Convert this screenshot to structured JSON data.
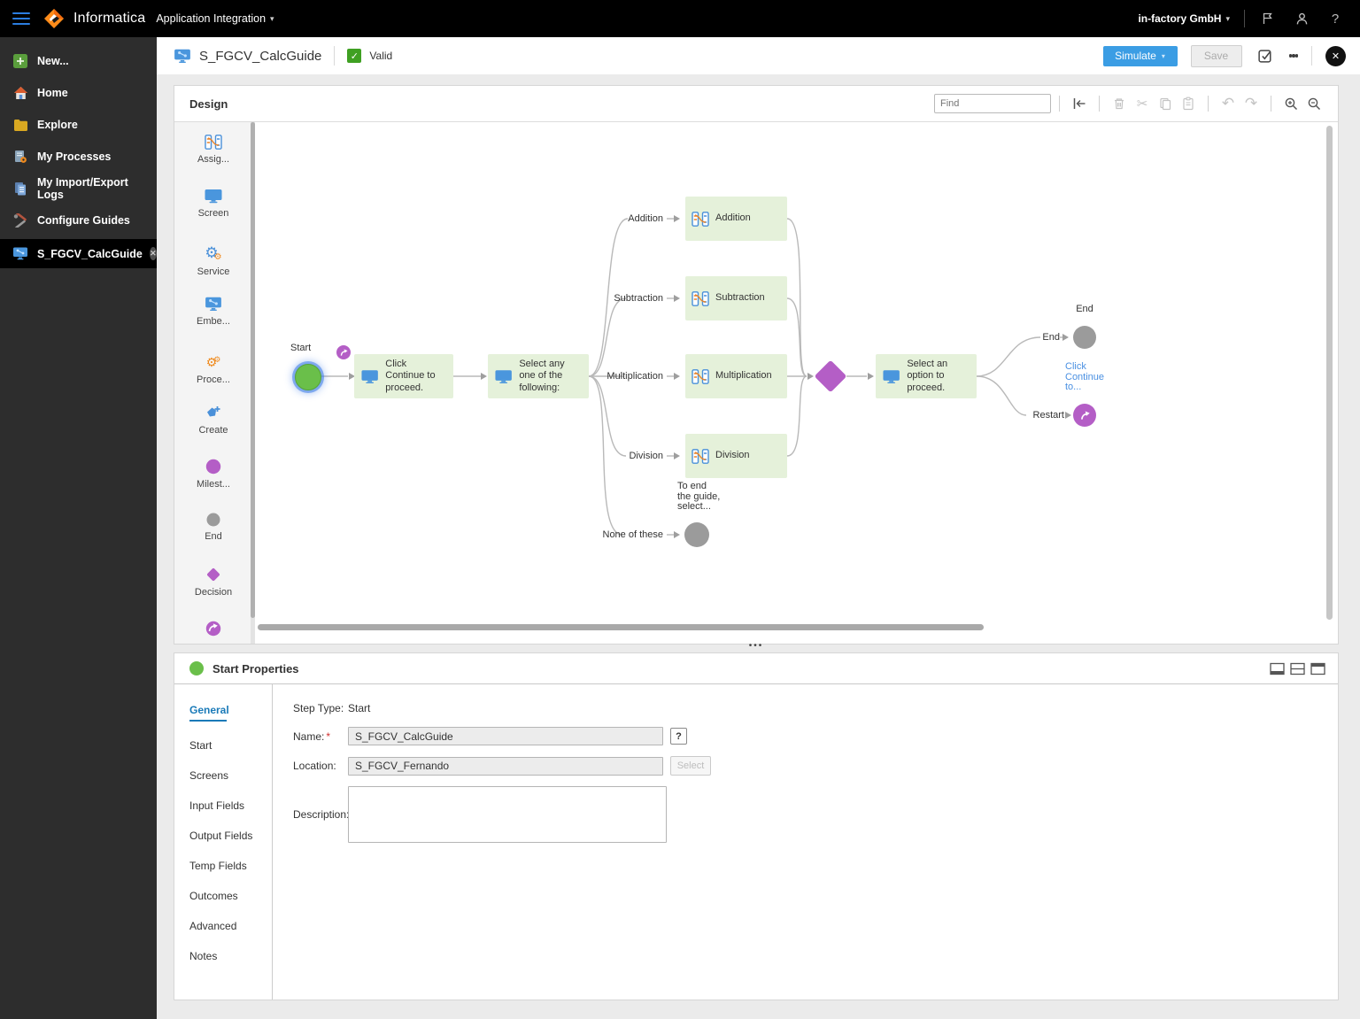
{
  "topbar": {
    "brand": "Informatica",
    "app_name": "Application Integration",
    "tenant": "in-factory GmbH"
  },
  "sidebar": {
    "items": [
      "New...",
      "Home",
      "Explore",
      "My Processes",
      "My Import/Export Logs",
      "Configure Guides"
    ],
    "active_tab": "S_FGCV_CalcGuide"
  },
  "doc_header": {
    "title": "S_FGCV_CalcGuide",
    "status": "Valid",
    "simulate_label": "Simulate",
    "save_label": "Save"
  },
  "design": {
    "title": "Design",
    "find_placeholder": "Find"
  },
  "palette": {
    "items": [
      "Assig...",
      "Screen",
      "Service",
      "Embe...",
      "Proce...",
      "Create",
      "Milest...",
      "End",
      "Decision"
    ]
  },
  "flow": {
    "start": "Start",
    "steps": {
      "click_continue": "Click Continue to proceed.",
      "select_any": "Select any one of the following:",
      "select_option": "Select an option to proceed."
    },
    "branches": {
      "addition": "Addition",
      "subtraction": "Subtraction",
      "multiplication": "Multiplication",
      "division": "Division",
      "none_of_these": "None of these",
      "end": "End",
      "restart": "Restart"
    },
    "boxes": {
      "addition": "Addition",
      "subtraction": "Subtraction",
      "multiplication": "Multiplication",
      "division": "Division"
    },
    "notes": {
      "end_title": "End",
      "to_end_lines": [
        "To end",
        "the guide,",
        "select..."
      ],
      "click_continue_lines": [
        "Click",
        "Continue",
        "to..."
      ]
    }
  },
  "properties": {
    "title": "Start Properties",
    "tabs": [
      {
        "label": "General"
      },
      {
        "label": "Start"
      },
      {
        "label": "Screens"
      },
      {
        "label": "Input Fields"
      },
      {
        "label": "Output Fields"
      },
      {
        "label": "Temp Fields"
      },
      {
        "label": "Outcomes"
      },
      {
        "label": "Advanced"
      },
      {
        "label": "Notes"
      }
    ],
    "form": {
      "step_type_label": "Step Type:",
      "step_type_value": "Start",
      "name_label": "Name:",
      "required_mark": "*",
      "name_value": "S_FGCV_CalcGuide",
      "help_label": "?",
      "location_label": "Location:",
      "location_value": "S_FGCV_Fernando",
      "select_label": "Select",
      "description_label": "Description:"
    }
  },
  "icons": {
    "chevron_down": "▾",
    "scissors": "✂",
    "undo": "↶",
    "redo": "↷",
    "check": "✓",
    "close_x": "✕",
    "help": "?",
    "splitter_dots": "•••"
  },
  "colors": {
    "accent_blue": "#3b9de4",
    "valid_green": "#3fa022",
    "node_green": "#6abf4a",
    "node_purple": "#b45ec6",
    "node_gray": "#9b9b9b",
    "box_green": "#e5f1da",
    "link_blue": "#4a90e2"
  }
}
